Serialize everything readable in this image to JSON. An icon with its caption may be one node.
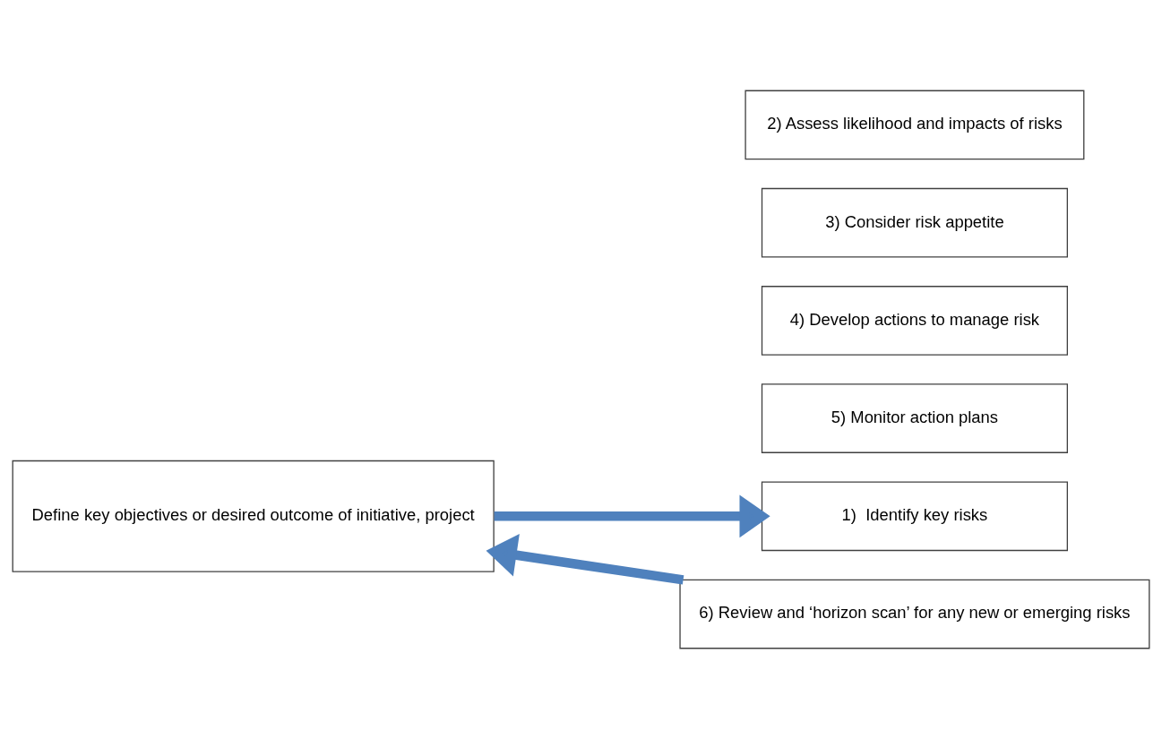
{
  "diagram": {
    "nodes": [
      {
        "text": [
          "Define key objectives or desired outcome of initiative, project"
        ]
      },
      {
        "text": [
          "1)  Identify key risks"
        ]
      },
      {
        "text": [
          "2) Assess likelihood and impacts of risks"
        ]
      },
      {
        "text": [
          "3) Consider risk appetite"
        ]
      },
      {
        "text": [
          "4) Develop actions to manage risk"
        ]
      },
      {
        "text": [
          "5) Monitor action plans"
        ]
      },
      {
        "text": [
          "6) Review and ‘horizon scan’ for any new or emerging risks"
        ]
      }
    ],
    "edges": [
      {
        "from": 0,
        "to": 1,
        "arrow": "to",
        "color": "#4f81bd"
      },
      {
        "from": 6,
        "to": 0,
        "arrow": "to",
        "color": "#4f81bd"
      }
    ]
  }
}
